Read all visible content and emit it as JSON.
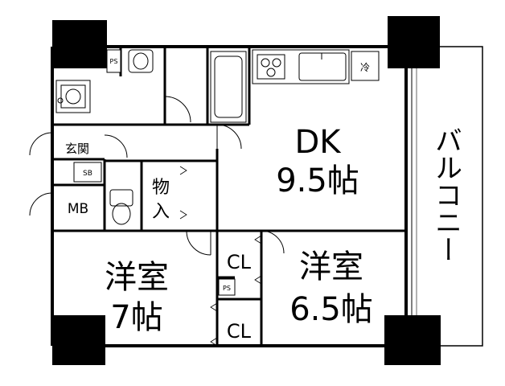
{
  "rooms": {
    "dk": {
      "name": "DK",
      "size": "9.5帖"
    },
    "western_room_left": {
      "name": "洋室",
      "size": "7帖"
    },
    "western_room_right": {
      "name": "洋室",
      "size": "6.5帖"
    },
    "balcony": {
      "name": "バルコニー"
    },
    "entrance": {
      "name": "玄関"
    },
    "storage": {
      "name_line1": "物",
      "name_line2": "入"
    },
    "meter_box": {
      "name": "MB"
    },
    "shoe_box": {
      "name": "SB"
    },
    "closet_upper": {
      "name": "CL"
    },
    "closet_lower": {
      "name": "CL"
    },
    "pipe_space_top": {
      "name": "PS"
    },
    "pipe_space_mid": {
      "name": "PS"
    }
  },
  "fixtures": {
    "fridge": {
      "label": "冷"
    }
  }
}
